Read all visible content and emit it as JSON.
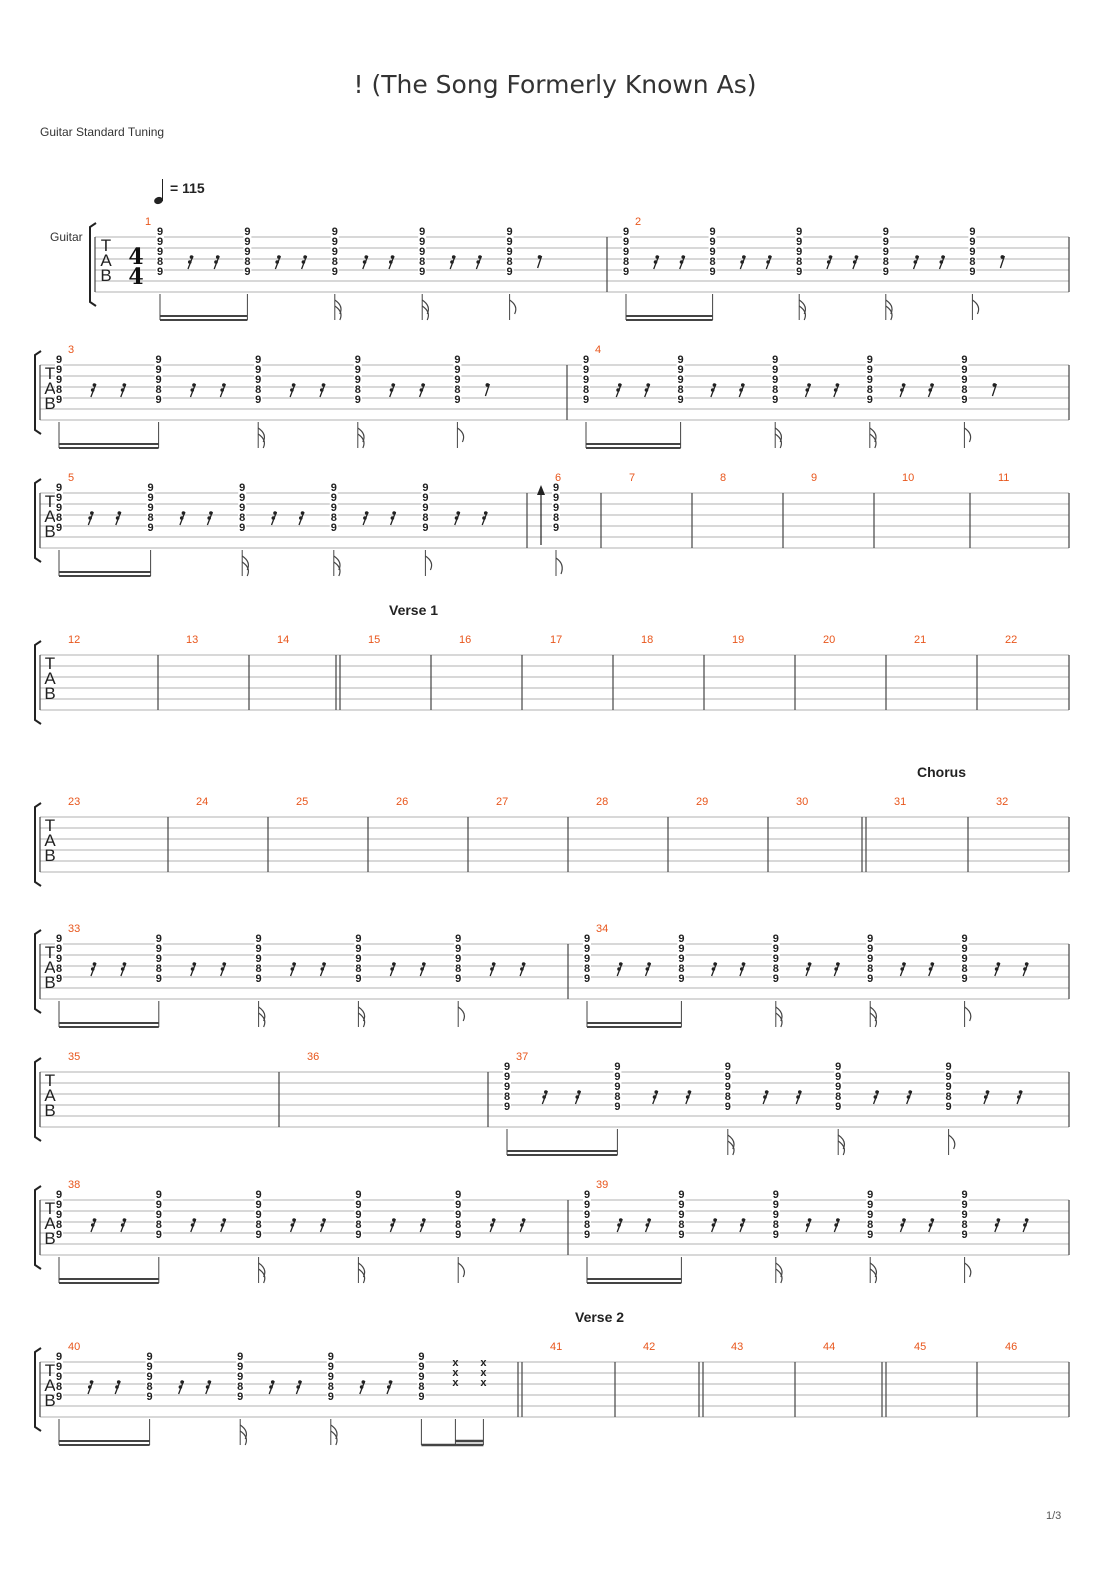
{
  "title": "! (The Song Formerly Known As)",
  "tuning": "Guitar Standard Tuning",
  "tempo": {
    "bpm_label": "= 115",
    "bpm": 115
  },
  "instrument_label": "Guitar",
  "tab_letters": [
    "T",
    "A",
    "B"
  ],
  "time_signature": {
    "numerator": "4",
    "denominator": "4"
  },
  "page_number": "1/3",
  "sections": [
    {
      "name": "Verse 1",
      "bar": 15
    },
    {
      "name": "Chorus",
      "bar": 31
    },
    {
      "name": "Verse 2",
      "bar": 41
    }
  ],
  "chord": {
    "frets_top_to_bottom": [
      "9",
      "9",
      "9",
      "8",
      "9"
    ],
    "muted_symbol": "x"
  },
  "systems": [
    {
      "bars": [
        {
          "num": "1",
          "pattern": "full"
        },
        {
          "num": "2",
          "pattern": "full"
        }
      ]
    },
    {
      "bars": [
        {
          "num": "3",
          "pattern": "full"
        },
        {
          "num": "4",
          "pattern": "full"
        }
      ]
    },
    {
      "bars": [
        {
          "num": "5",
          "pattern": "full_norest"
        },
        {
          "num": "6",
          "pattern": "single_strum"
        },
        {
          "num": "7",
          "pattern": "empty"
        },
        {
          "num": "8",
          "pattern": "empty"
        },
        {
          "num": "9",
          "pattern": "empty"
        },
        {
          "num": "10",
          "pattern": "empty"
        },
        {
          "num": "11",
          "pattern": "empty"
        }
      ]
    },
    {
      "bars": [
        {
          "num": "12",
          "pattern": "empty"
        },
        {
          "num": "13",
          "pattern": "empty"
        },
        {
          "num": "14",
          "pattern": "empty"
        },
        {
          "num": "15",
          "pattern": "empty"
        },
        {
          "num": "16",
          "pattern": "empty"
        },
        {
          "num": "17",
          "pattern": "empty"
        },
        {
          "num": "18",
          "pattern": "empty"
        },
        {
          "num": "19",
          "pattern": "empty"
        },
        {
          "num": "20",
          "pattern": "empty"
        },
        {
          "num": "21",
          "pattern": "empty"
        },
        {
          "num": "22",
          "pattern": "empty"
        }
      ]
    },
    {
      "bars": [
        {
          "num": "23",
          "pattern": "empty"
        },
        {
          "num": "24",
          "pattern": "empty"
        },
        {
          "num": "25",
          "pattern": "empty"
        },
        {
          "num": "26",
          "pattern": "empty"
        },
        {
          "num": "27",
          "pattern": "empty"
        },
        {
          "num": "28",
          "pattern": "empty"
        },
        {
          "num": "29",
          "pattern": "empty"
        },
        {
          "num": "30",
          "pattern": "empty"
        },
        {
          "num": "31",
          "pattern": "empty"
        },
        {
          "num": "32",
          "pattern": "empty"
        }
      ]
    },
    {
      "bars": [
        {
          "num": "33",
          "pattern": "full_norest"
        },
        {
          "num": "34",
          "pattern": "full_norest"
        }
      ]
    },
    {
      "bars": [
        {
          "num": "35",
          "pattern": "empty"
        },
        {
          "num": "36",
          "pattern": "empty"
        },
        {
          "num": "37",
          "pattern": "full_norest"
        }
      ]
    },
    {
      "bars": [
        {
          "num": "38",
          "pattern": "full_norest"
        },
        {
          "num": "39",
          "pattern": "full_norest"
        }
      ]
    },
    {
      "bars": [
        {
          "num": "40",
          "pattern": "muted_end"
        },
        {
          "num": "41",
          "pattern": "empty"
        },
        {
          "num": "42",
          "pattern": "empty"
        },
        {
          "num": "43",
          "pattern": "empty"
        },
        {
          "num": "44",
          "pattern": "empty"
        },
        {
          "num": "45",
          "pattern": "empty"
        },
        {
          "num": "46",
          "pattern": "empty"
        }
      ]
    }
  ]
}
